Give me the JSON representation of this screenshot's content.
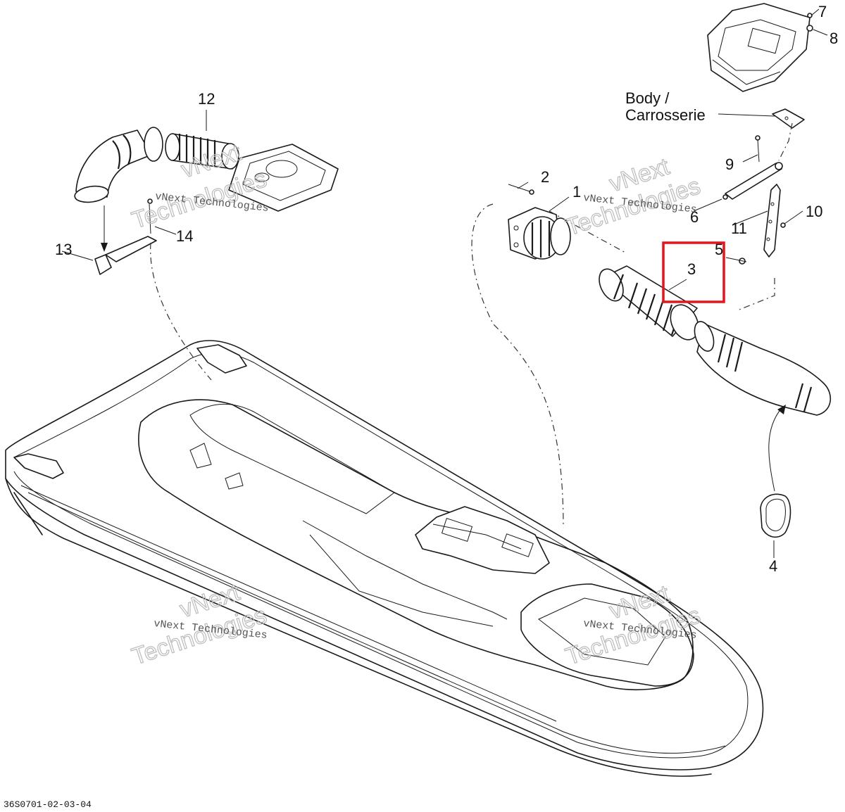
{
  "callouts": {
    "c1": "1",
    "c2": "2",
    "c3": "3",
    "c4": "4",
    "c5": "5",
    "c6": "6",
    "c7": "7",
    "c8": "8",
    "c9": "9",
    "c10": "10",
    "c11": "11",
    "c12": "12",
    "c13": "13",
    "c14": "14"
  },
  "body_label": {
    "line1": "Body /",
    "line2": "Carrosserie"
  },
  "watermark": {
    "small": "vNext Technologies",
    "big_line1": "vNext",
    "big_line2": "Technologies"
  },
  "reference_code": "36S0701-02-03-04",
  "highlight": {
    "target_callout": "3",
    "color": "#e8141b"
  }
}
